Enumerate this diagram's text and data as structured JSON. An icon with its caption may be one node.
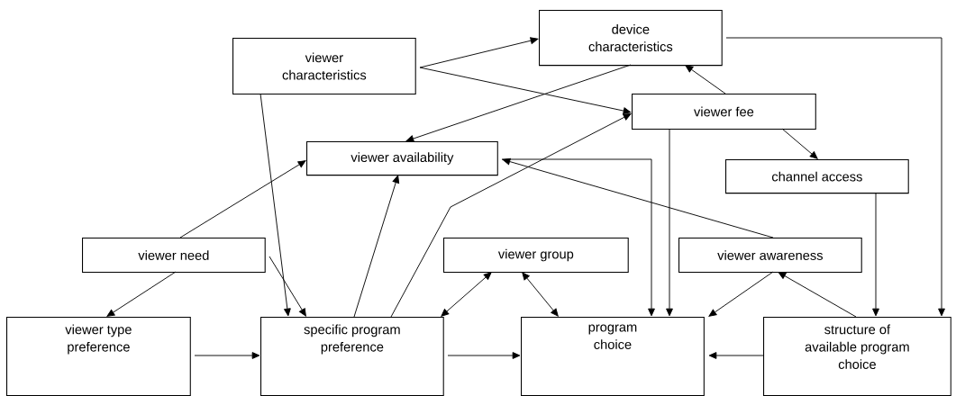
{
  "diagram": {
    "nodes": [
      {
        "text": [
          "viewer characteristics"
        ]
      },
      {
        "text": [
          "device characteristics"
        ]
      },
      {
        "text": [
          "viewer fee"
        ]
      },
      {
        "text": [
          "viewer availability"
        ]
      },
      {
        "text": [
          "channel access"
        ]
      },
      {
        "text": [
          "viewer need"
        ]
      },
      {
        "text": [
          "viewer group"
        ]
      },
      {
        "text": [
          "viewer awareness"
        ]
      },
      {
        "text": [
          "viewer type preference"
        ]
      },
      {
        "text": [
          "specific program preference"
        ]
      },
      {
        "text": [
          "program choice"
        ]
      },
      {
        "text": [
          "structure of available program choice"
        ]
      }
    ],
    "edges": [
      {
        "from": 0,
        "to": 1,
        "arrow": "to"
      },
      {
        "from": 0,
        "to": 2,
        "arrow": "to"
      },
      {
        "from": 0,
        "to": 9,
        "arrow": "to"
      },
      {
        "from": 1,
        "to": 3,
        "arrow": "to"
      },
      {
        "from": 2,
        "to": 1,
        "arrow": "to"
      },
      {
        "from": 1,
        "to": 11,
        "arrow": "to"
      },
      {
        "from": 2,
        "to": 4,
        "arrow": "to"
      },
      {
        "from": 2,
        "to": 10,
        "arrow": "to"
      },
      {
        "from": 3,
        "to": 10,
        "arrow": "to"
      },
      {
        "from": 7,
        "to": 3,
        "arrow": "to"
      },
      {
        "from": 5,
        "to": 3,
        "arrow": "to"
      },
      {
        "from": 5,
        "to": 8,
        "arrow": "to"
      },
      {
        "from": 5,
        "to": 9,
        "arrow": "to"
      },
      {
        "from": 9,
        "to": 3,
        "arrow": "to"
      },
      {
        "from": 9,
        "to": 2,
        "arrow": "to"
      },
      {
        "from": 6,
        "to": 9,
        "arrow": "both"
      },
      {
        "from": 6,
        "to": 10,
        "arrow": "both"
      },
      {
        "from": 7,
        "to": 10,
        "arrow": "to"
      },
      {
        "from": 11,
        "to": 7,
        "arrow": "to"
      },
      {
        "from": 4,
        "to": 11,
        "arrow": "to"
      },
      {
        "from": 8,
        "to": 9,
        "arrow": "to"
      },
      {
        "from": 9,
        "to": 10,
        "arrow": "to"
      },
      {
        "from": 11,
        "to": 10,
        "arrow": "to"
      }
    ]
  }
}
